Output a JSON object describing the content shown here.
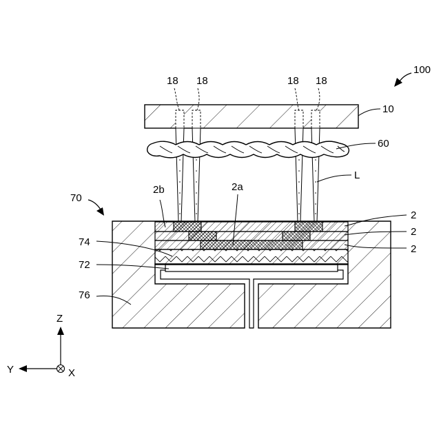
{
  "figure": {
    "ref_assembly": "100",
    "ref_stage": "70",
    "labels": {
      "mask": "10",
      "laser": "60",
      "beam": "L",
      "layer_2b": "2b",
      "layer_2a": "2a",
      "sheet_top": "2",
      "sheet_mid": "2",
      "sheet_bottom": "2",
      "plate_74": "74",
      "plate_72": "72",
      "base_76": "76",
      "opening_1": "18",
      "opening_2": "18",
      "opening_3": "18",
      "opening_4": "18"
    },
    "axes": {
      "z": "Z",
      "y": "Y",
      "x": "X"
    }
  },
  "colors": {
    "ink": "#000000",
    "paper": "#ffffff"
  }
}
